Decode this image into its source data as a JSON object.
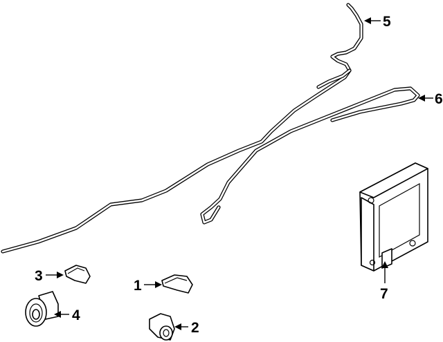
{
  "callouts": [
    {
      "id": "1",
      "label": "1",
      "part": "sensor-cover"
    },
    {
      "id": "2",
      "label": "2",
      "part": "sensor-retainer"
    },
    {
      "id": "3",
      "label": "3",
      "part": "sensor-cover"
    },
    {
      "id": "4",
      "label": "4",
      "part": "sensor-bezel"
    },
    {
      "id": "5",
      "label": "5",
      "part": "wire-harness"
    },
    {
      "id": "6",
      "label": "6",
      "part": "wire-harness"
    },
    {
      "id": "7",
      "label": "7",
      "part": "control-module"
    }
  ],
  "colors": {
    "line": "#000000",
    "fill": "#ffffff"
  }
}
